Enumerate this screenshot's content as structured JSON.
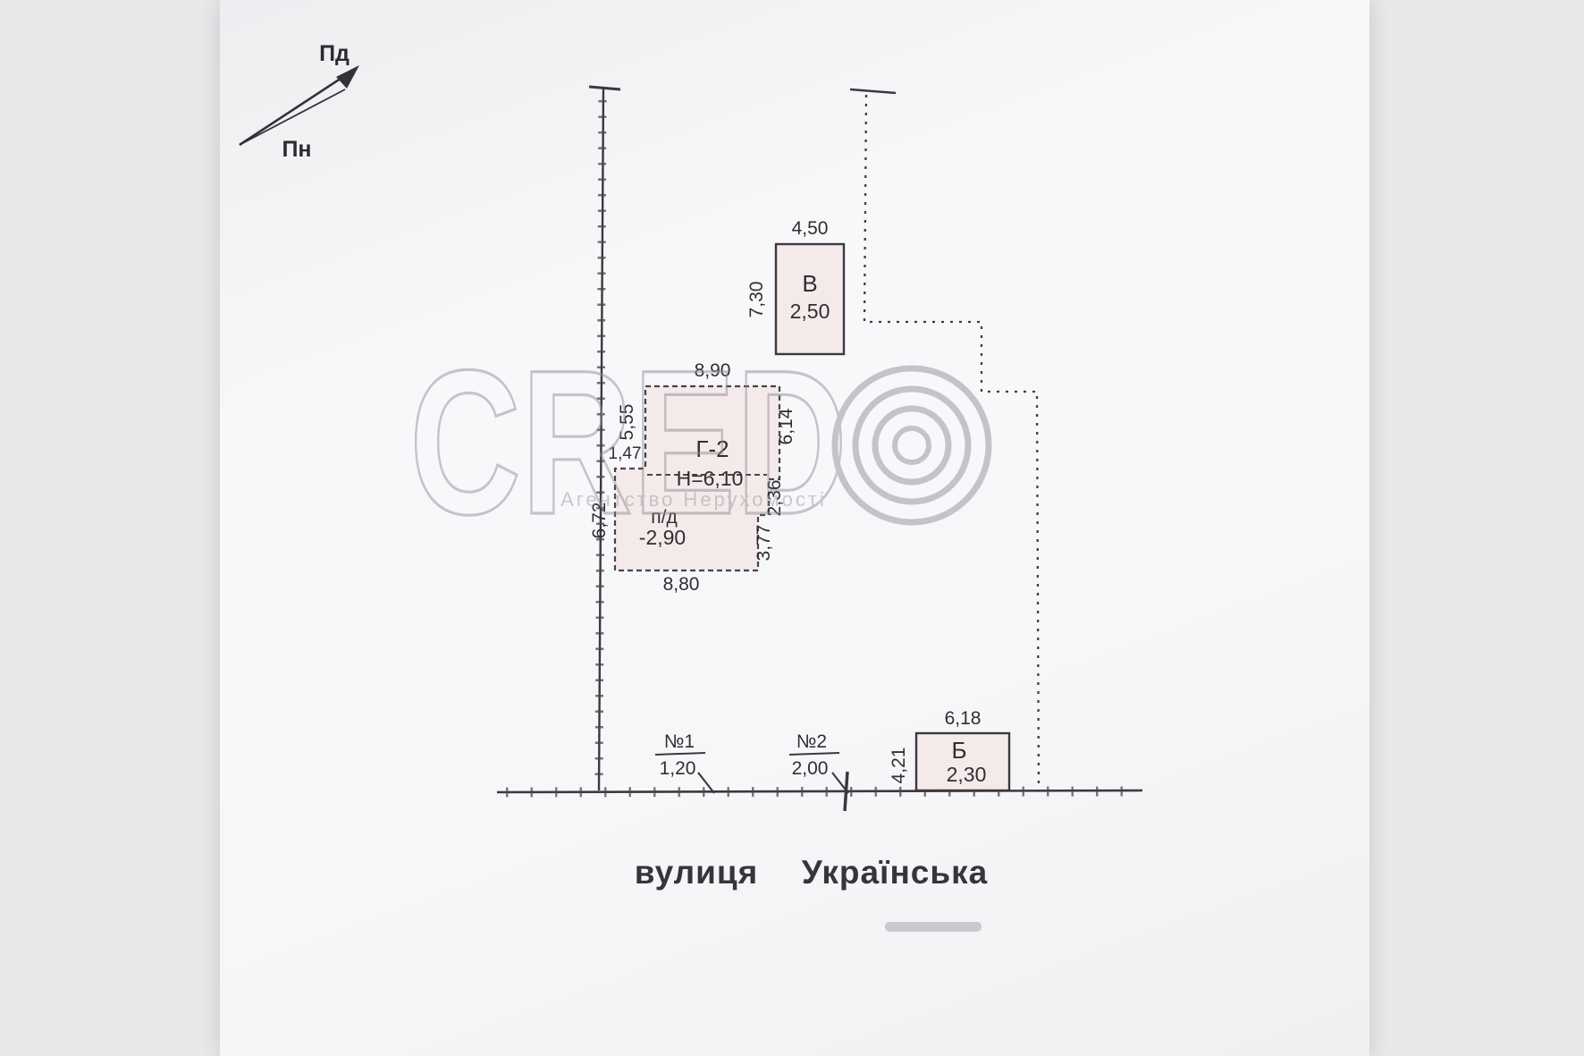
{
  "compass": {
    "south_label": "Пд",
    "north_label": "Пн"
  },
  "building_v": {
    "name": "В",
    "mark": "2,50",
    "dim_top": "4,50",
    "dim_left": "7,30"
  },
  "building_g2": {
    "name": "Г-2",
    "height_mark": "Н=6,10",
    "dim_top": "8,90",
    "dim_left_upper": "5,55",
    "dim_left_step": "1,47",
    "dim_right_upper": "6,14",
    "dim_right_middle": "2,36",
    "dim_right_lower": "3,77",
    "dim_left_lower": "6,72",
    "dim_bottom": "8,80"
  },
  "basement": {
    "name": "п/д",
    "mark": "-2,90"
  },
  "building_b": {
    "name": "Б",
    "mark": "2,30",
    "dim_top": "6,18",
    "dim_left": "4,21"
  },
  "gates": {
    "gate1": {
      "label": "№1",
      "width": "1,20"
    },
    "gate2": {
      "label": "№2",
      "width": "2,00"
    }
  },
  "street": {
    "prefix": "вулиця",
    "name": "Українська"
  },
  "watermark": {
    "brand": "CRED",
    "tagline": "Агентство Нерухомості"
  },
  "colors": {
    "ink": "#3a3a3e",
    "building_fill": "#f5eaea",
    "watermark_gray": "#90909a"
  }
}
